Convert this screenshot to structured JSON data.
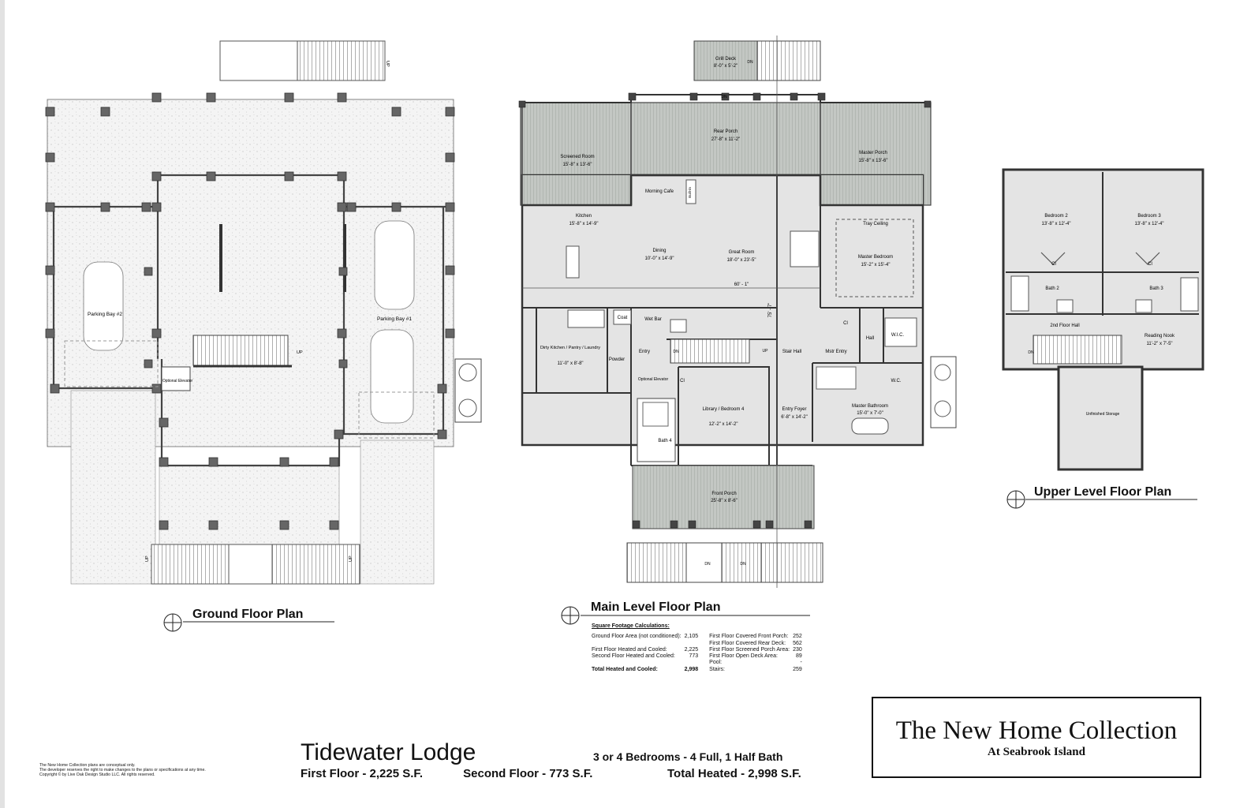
{
  "colors": {
    "wall": "#3a3a3a",
    "room_fill": "#e4e4e4",
    "porch_fill": "#c2c6c2",
    "gravel_fill": "#f3f3f3",
    "line": "#555555"
  },
  "ground_floor": {
    "title": "Ground Floor Plan",
    "labels": {
      "parking_bay_2": "Parking Bay #2",
      "parking_bay_1": "Parking Bay #1",
      "optional_elevator": "Optional Elevator",
      "up_stair": "UP",
      "up_left": "UP",
      "up_right": "UP",
      "up_top": "UP"
    }
  },
  "main_level": {
    "title": "Main Level Floor Plan",
    "rooms": {
      "grill_deck": "Grill Deck",
      "grill_deck_dim": "8'-0\" x 5'-2\"",
      "rear_porch": "Rear Porch",
      "rear_porch_dim": "27'-8\" x 11'-2\"",
      "screened_room": "Screened Room",
      "screened_room_dim": "15'-8\" x 13'-6\"",
      "master_porch": "Master Porch",
      "master_porch_dim": "15'-8\" x 13'-6\"",
      "morning_cafe": "Morning Cafe",
      "built_in": "Built-in",
      "kitchen": "Kitchen",
      "kitchen_dim": "15'-8\" x 14'-9\"",
      "dining": "Dining",
      "dining_dim": "10'-0\" x 14'-9\"",
      "great_room": "Great Room",
      "great_room_dim": "18'-0\" x 23'-5\"",
      "tray_ceiling": "Tray Ceiling",
      "master_bedroom": "Master Bedroom",
      "master_bedroom_dim": "15'-2\" x 15'-4\"",
      "overall_width": "60' - 1\"",
      "overall_depth": "75' - 7\"",
      "wet_bar": "Wet Bar",
      "coat": "Coat",
      "dirty_kitchen": "Dirty Kitchen / Pantry / Laundry",
      "dirty_kitchen_dim": "11'-0\" x 8'-8\"",
      "powder": "Powder",
      "entry": "Entry",
      "optional_elevator": "Optional Elevator",
      "stair_hall": "Stair Hall",
      "mstr_entry": "Mstr Entry",
      "hall": "Hall",
      "wic": "W.I.C.",
      "wc": "W.C.",
      "closet_a": "Cl",
      "closet_b": "Cl",
      "library": "Library / Bedroom 4",
      "library_dim": "12'-2\" x 14'-2\"",
      "entry_foyer": "Entry Foyer",
      "entry_foyer_dim": "6'-8\" x 14'-2\"",
      "master_bath": "Master Bathroom",
      "master_bath_dim": "15'-0\" x 7'-0\"",
      "bath4": "Bath 4",
      "front_porch": "Front Porch",
      "front_porch_dim": "25'-8\" x 8'-6\"",
      "dn_1": "DN",
      "dn_2": "DN",
      "dn_3": "DN",
      "dn_4": "DN",
      "up_main": "UP",
      "dn_main": "DN"
    }
  },
  "upper_level": {
    "title": "Upper Level Floor Plan",
    "rooms": {
      "bedroom2": "Bedroom 2",
      "bedroom2_dim": "13'-8\" x 12'-4\"",
      "bedroom3": "Bedroom 3",
      "bedroom3_dim": "13'-8\" x 12'-4\"",
      "cl_left": "Cl",
      "cl_right": "Cl",
      "bath2": "Bath 2",
      "bath3": "Bath 3",
      "hall": "2nd Floor Hall",
      "reading_nook": "Reading Nook",
      "reading_nook_dim": "11'-2\" x 7'-5\"",
      "dn": "DN",
      "storage": "Unfinished Storage"
    }
  },
  "square_footage": {
    "header": "Square Footage Calculations:",
    "left": [
      {
        "label": "Ground Floor Area (not conditioned):",
        "value": "2,105"
      },
      {
        "label": "",
        "value": ""
      },
      {
        "label": "First Floor Heated and Cooled:",
        "value": "2,225"
      },
      {
        "label": "Second Floor Heated and Cooled:",
        "value": "773"
      },
      {
        "label": "",
        "value": ""
      },
      {
        "label": "Total Heated and Cooled:",
        "value": "2,998"
      }
    ],
    "right": [
      {
        "label": "First Floor Covered Front Porch:",
        "value": "252"
      },
      {
        "label": "First Floor Covered Rear Deck:",
        "value": "562"
      },
      {
        "label": "First Floor Screened Porch Area:",
        "value": "230"
      },
      {
        "label": "First Floor Open Deck Area:",
        "value": "89"
      },
      {
        "label": "Pool:",
        "value": "-"
      },
      {
        "label": "Stairs:",
        "value": "259"
      }
    ]
  },
  "title_block": {
    "model_name": "Tidewater Lodge",
    "bed_bath": "3 or 4 Bedrooms - 4 Full, 1 Half Bath",
    "first_floor": "First Floor - 2,225 S.F.",
    "second_floor": "Second Floor - 773 S.F.",
    "total_heated": "Total Heated - 2,998 S.F.",
    "disclaimer_1": "The New Home Collection plans are conceptual only.",
    "disclaimer_2": "The developer reserves the right to make changes to the plans or specifications at any time.",
    "disclaimer_3": "Copyright © by Live Oak Design Studio LLC. All rights reserved."
  },
  "brand": {
    "title": "The New Home Collection",
    "subtitle": "At Seabrook Island"
  }
}
